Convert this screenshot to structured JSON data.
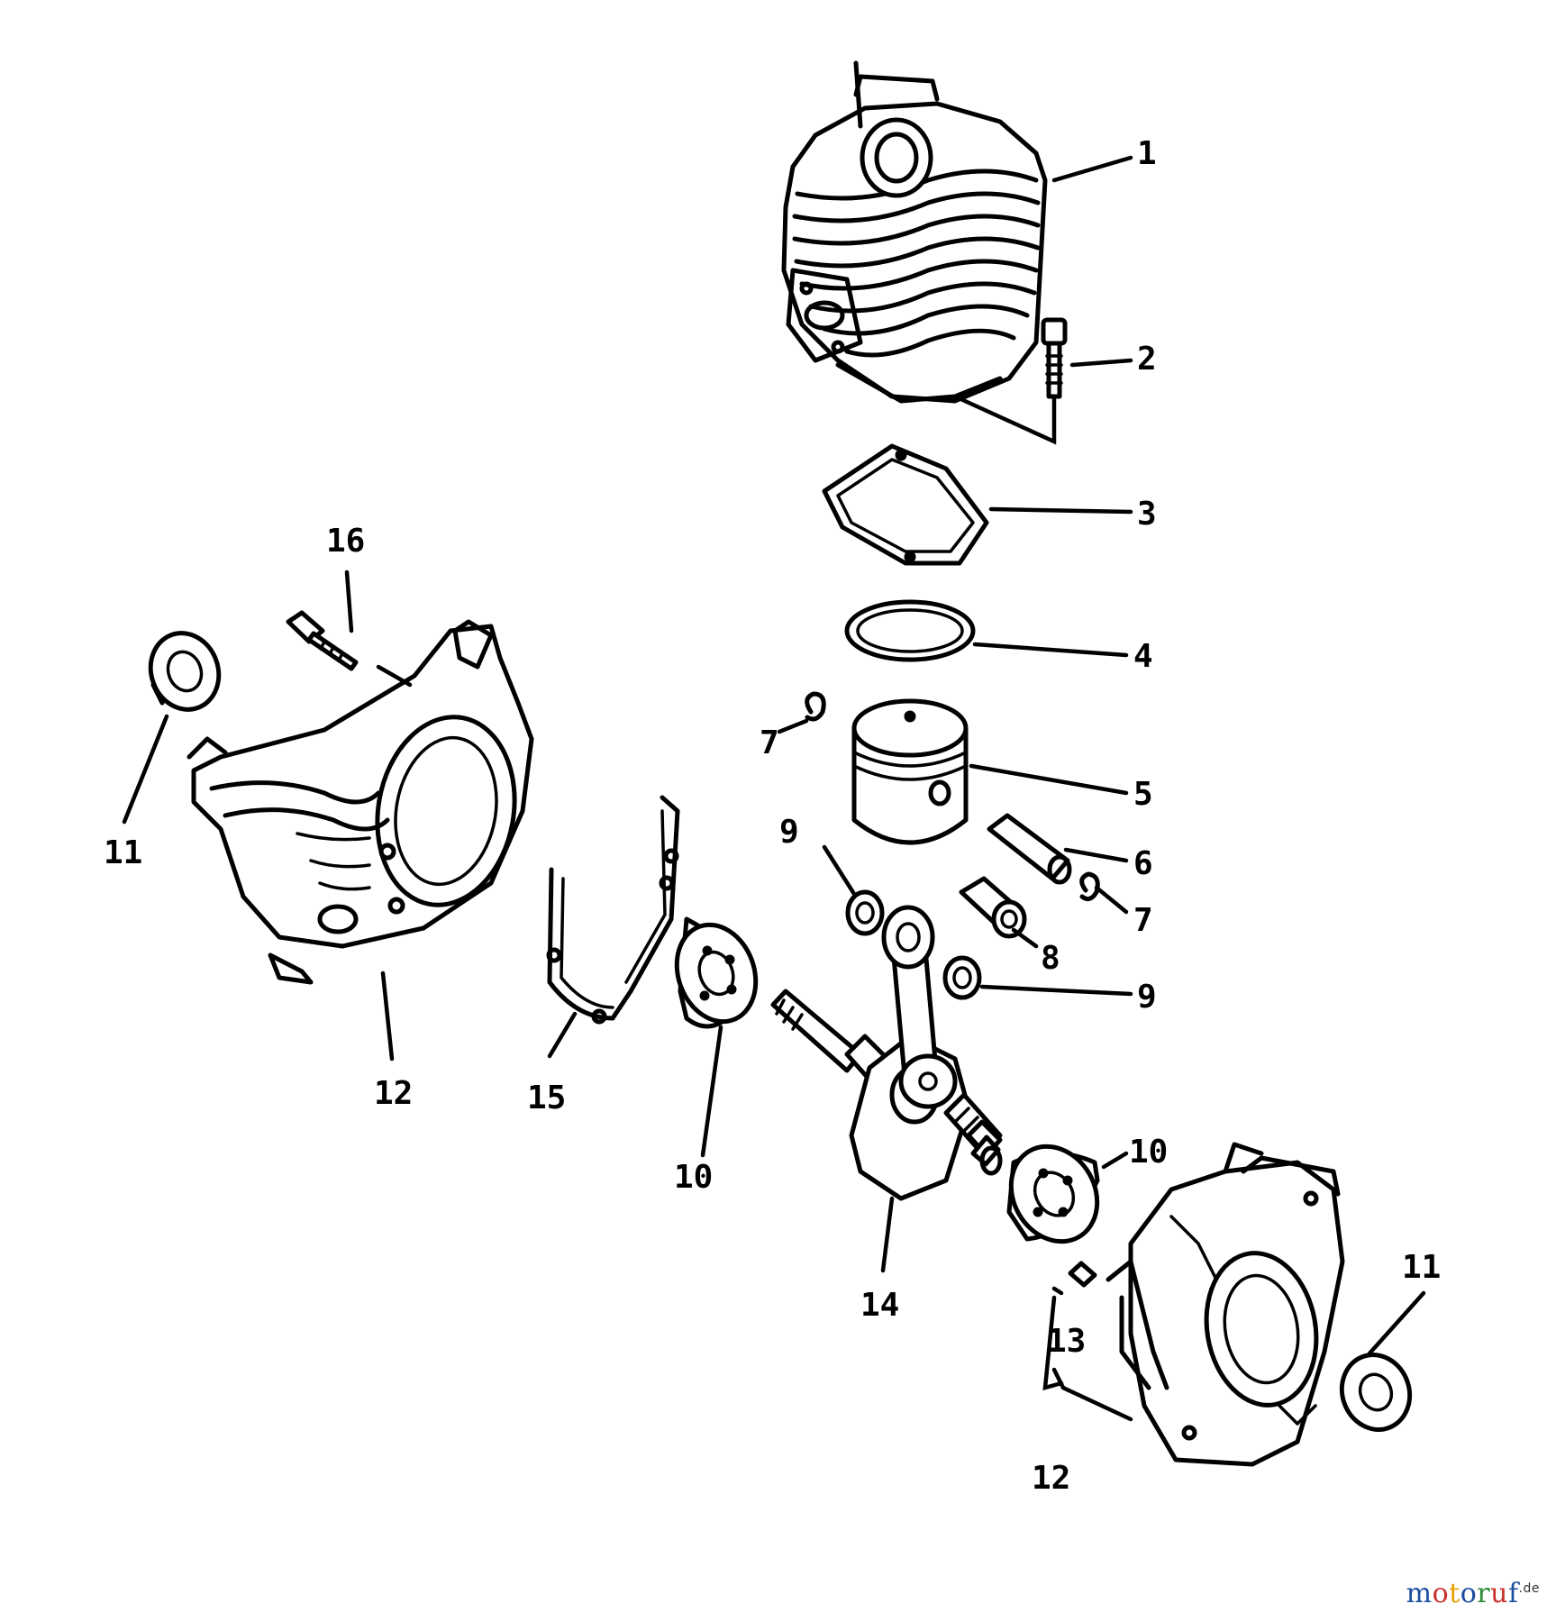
{
  "callouts": {
    "c1": "1",
    "c2": "2",
    "c3": "3",
    "c4": "4",
    "c5": "5",
    "c6": "6",
    "c7a": "7",
    "c7b": "7",
    "c8": "8",
    "c9a": "9",
    "c9b": "9",
    "c10a": "10",
    "c10b": "10",
    "c11a": "11",
    "c11b": "11",
    "c12a": "12",
    "c12b": "12",
    "c13": "13",
    "c14": "14",
    "c15": "15",
    "c16": "16"
  },
  "watermark": {
    "letters": [
      "m",
      "o",
      "t",
      "o",
      "r",
      "u",
      "f"
    ],
    "colors": [
      "#1a4fa0",
      "#c9302c",
      "#e6a100",
      "#1a4fa0",
      "#2e8b3a",
      "#c9302c",
      "#1a4fa0"
    ],
    "tld": ".de"
  }
}
